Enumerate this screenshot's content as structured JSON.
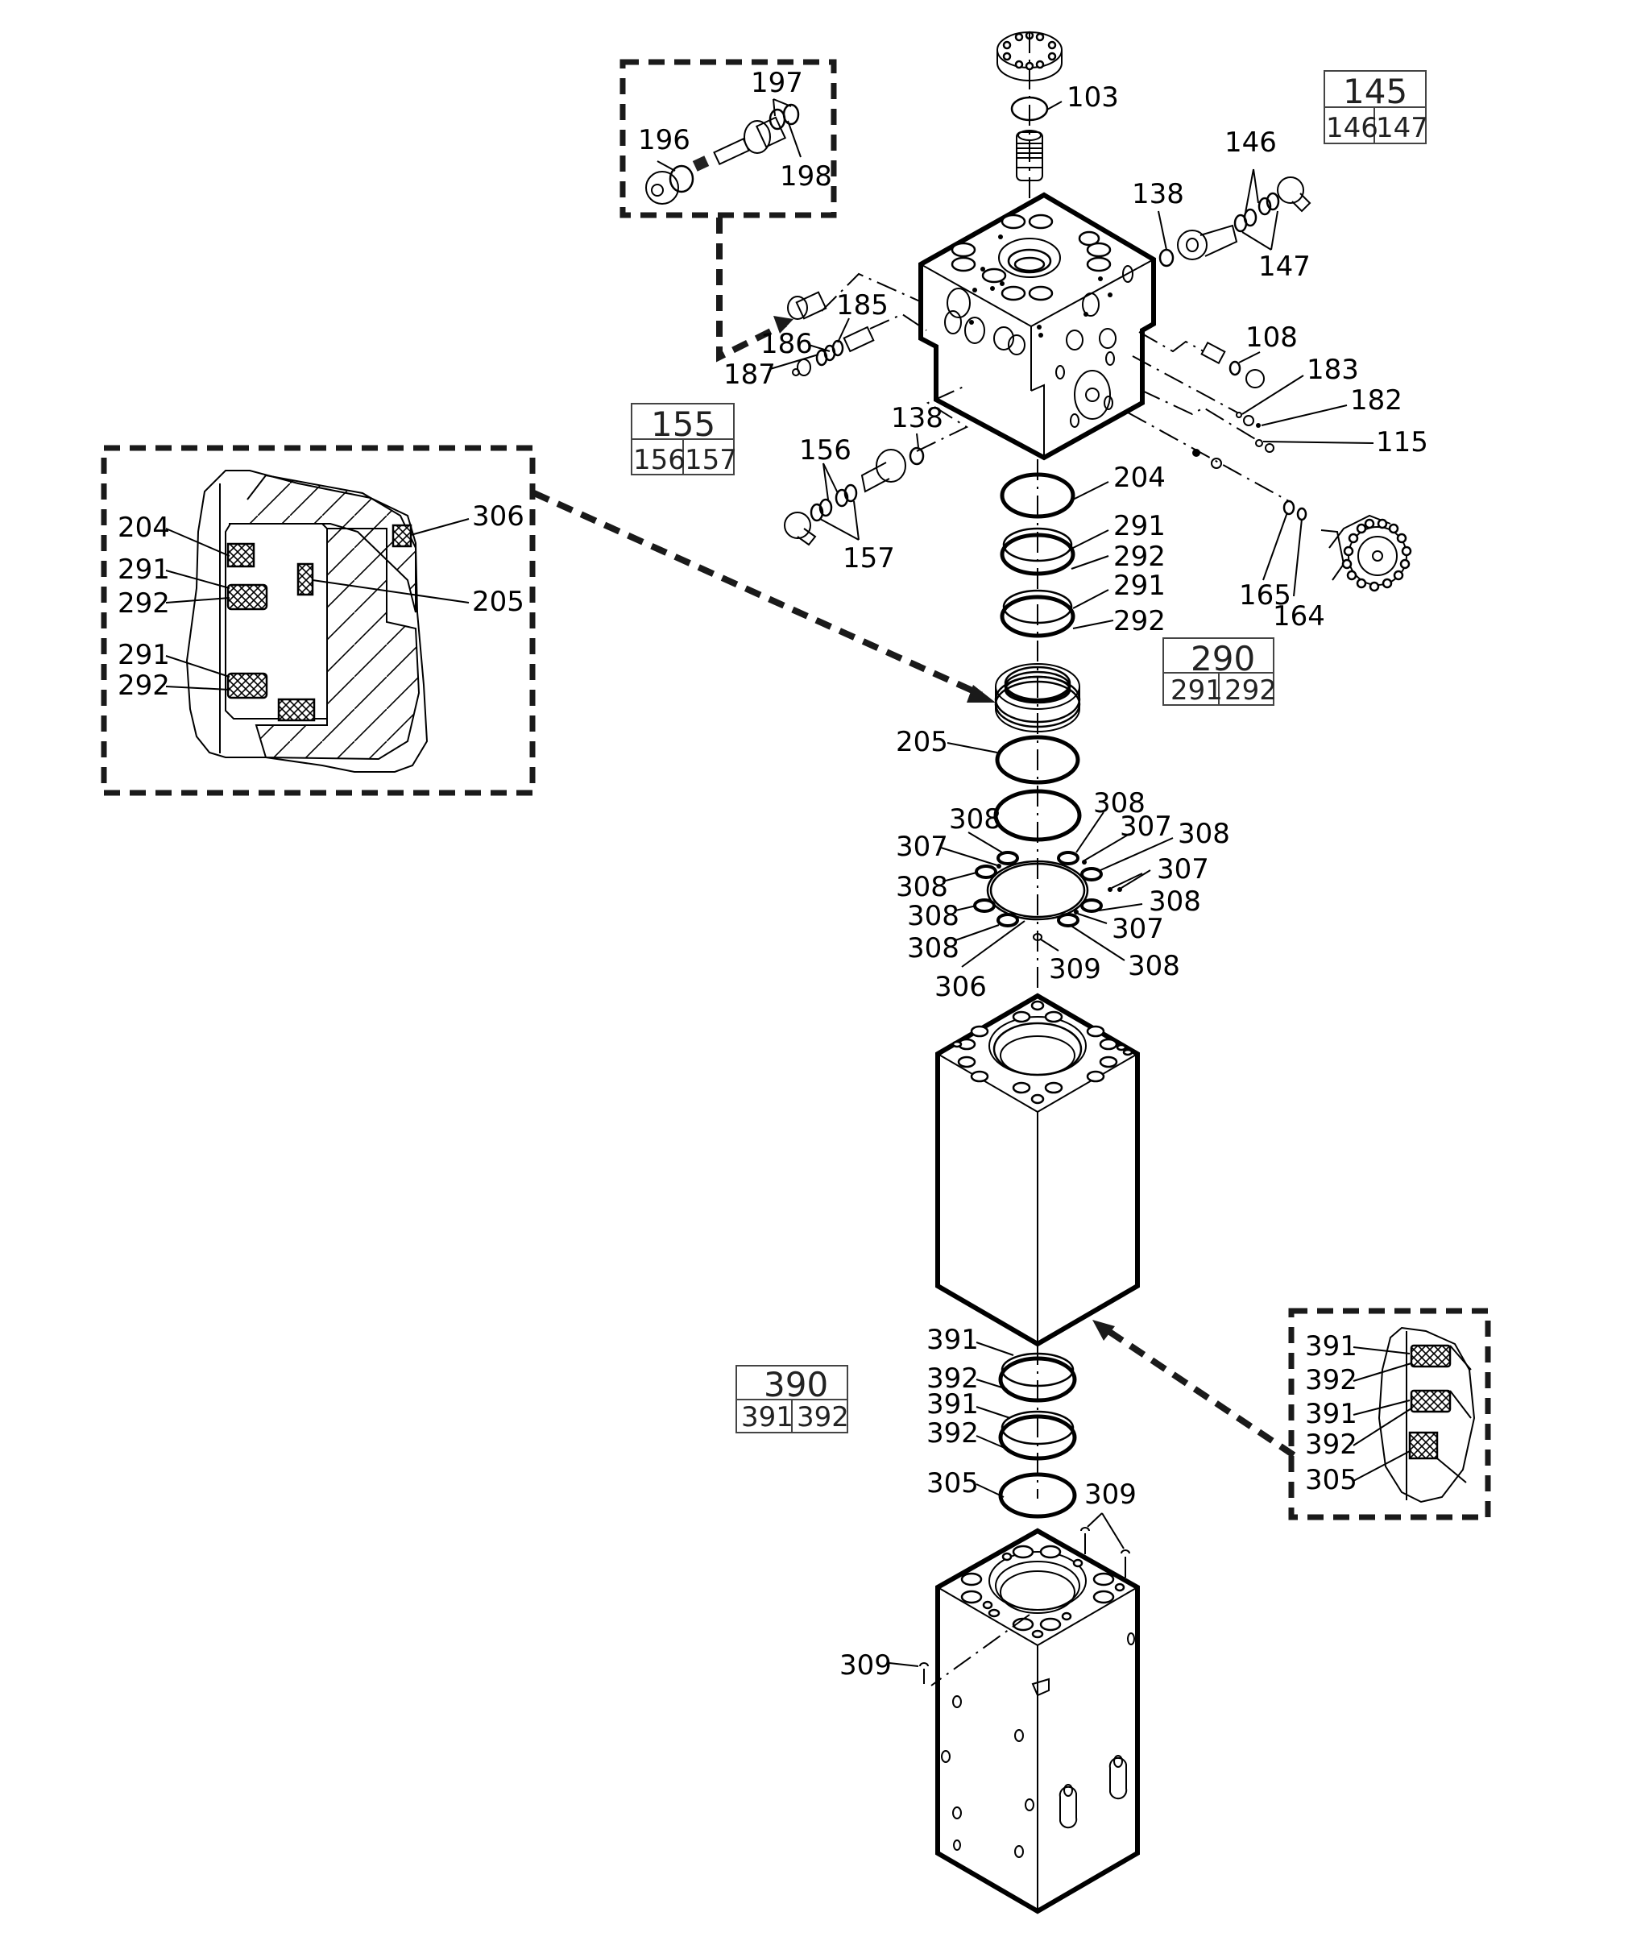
{
  "diagram": {
    "title": "Exploded parts diagram — valve head, cylinder and seal kits",
    "callouts": {
      "p103": "103",
      "p145": "145",
      "p146": "146",
      "p147": "147",
      "p196": "196",
      "p197": "197",
      "p198": "198",
      "p138a": "138",
      "p138b": "138",
      "p185": "185",
      "p186": "186",
      "p187": "187",
      "p108": "108",
      "p183": "183",
      "p182": "182",
      "p115": "115",
      "p155": "155",
      "p156": "156",
      "p157": "157",
      "p165": "165",
      "p164": "164",
      "p204": "204",
      "p291a": "291",
      "p292a": "292",
      "p291b": "291",
      "p292b": "292",
      "p290": "290",
      "p205": "205",
      "p306": "306",
      "p307": "307",
      "p308": "308",
      "p309": "309",
      "p390": "390",
      "p391": "391",
      "p392": "392",
      "p305": "305"
    },
    "kits": [
      {
        "id": "145",
        "components": [
          "146",
          "147"
        ]
      },
      {
        "id": "155",
        "components": [
          "156",
          "157"
        ]
      },
      {
        "id": "290",
        "components": [
          "291",
          "292"
        ]
      },
      {
        "id": "390",
        "components": [
          "391",
          "392"
        ]
      }
    ],
    "detail_view_upper_seals": {
      "labels": {
        "a": "204",
        "b": "291",
        "c": "292",
        "d": "291",
        "e": "292",
        "f": "306",
        "g": "205"
      }
    },
    "detail_view_lower_seals": {
      "labels": {
        "a": "391",
        "b": "392",
        "c": "391",
        "d": "392",
        "e": "305"
      }
    },
    "seal_ring_labels": {
      "l1": "308",
      "l2": "307",
      "l3": "308",
      "l4": "308",
      "l5": "308",
      "l6": "306",
      "r1": "308",
      "r2": "307",
      "r3": "308",
      "r4": "307",
      "r5": "308",
      "r6": "307",
      "r7": "308",
      "c1": "309"
    },
    "lower_labels": {
      "s391a": "391",
      "s392a": "392",
      "s391b": "391",
      "s392b": "392",
      "s305": "305",
      "s309a": "309",
      "s309b": "309"
    }
  }
}
